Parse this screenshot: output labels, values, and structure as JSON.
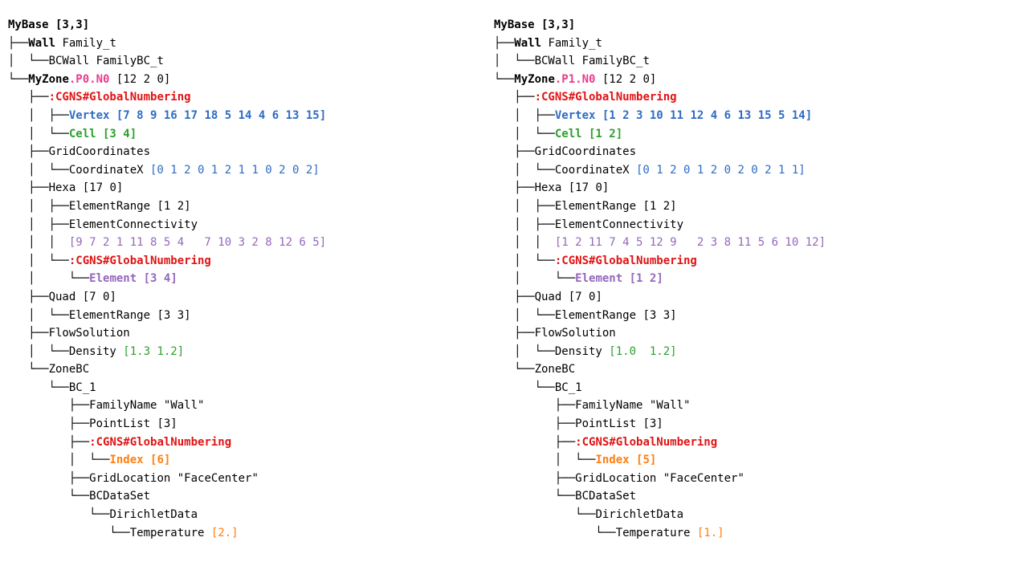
{
  "colors": {
    "default": "#000000",
    "pink": "#e83e8c",
    "red": "#e01414",
    "blue": "#2d6bc4",
    "green": "#2ca02c",
    "purple": "#9467bd",
    "orange": "#ff7f0e"
  },
  "trees": [
    {
      "id": "tree-rank-0",
      "lines": [
        {
          "segments": [
            {
              "t": "MyBase",
              "b": true,
              "n": "node-name"
            },
            {
              "t": " [3,3]",
              "b": true,
              "n": "node-value"
            }
          ]
        },
        {
          "segments": [
            {
              "t": "├──",
              "n": "tree-branch"
            },
            {
              "t": "Wall",
              "b": true,
              "n": "node-name"
            },
            {
              "t": " Family_t",
              "n": "node-value"
            }
          ]
        },
        {
          "segments": [
            {
              "t": "│  └──",
              "n": "tree-branch"
            },
            {
              "t": "BCWall",
              "n": "node-name"
            },
            {
              "t": " FamilyBC_t",
              "n": "node-value"
            }
          ]
        },
        {
          "segments": [
            {
              "t": "└──",
              "n": "tree-branch"
            },
            {
              "t": "MyZone",
              "b": true,
              "n": "node-name"
            },
            {
              "t": ".P0.N0",
              "c": "pink",
              "b": true,
              "n": "zone-suffix"
            },
            {
              "t": " [12 2 0]",
              "n": "node-value"
            }
          ]
        },
        {
          "segments": [
            {
              "t": "   ├──",
              "n": "tree-branch"
            },
            {
              "t": ":CGNS#GlobalNumbering",
              "c": "red",
              "b": true,
              "n": "node-name"
            }
          ]
        },
        {
          "segments": [
            {
              "t": "   │  ├──",
              "n": "tree-branch"
            },
            {
              "t": "Vertex",
              "c": "blue",
              "b": true,
              "n": "node-name"
            },
            {
              "t": " [7 8 9 16 17 18 5 14 4 6 13 15]",
              "c": "blue",
              "b": true,
              "n": "node-value"
            }
          ]
        },
        {
          "segments": [
            {
              "t": "   │  └──",
              "n": "tree-branch"
            },
            {
              "t": "Cell",
              "c": "green",
              "b": true,
              "n": "node-name"
            },
            {
              "t": " [3 4]",
              "c": "green",
              "b": true,
              "n": "node-value"
            }
          ]
        },
        {
          "segments": [
            {
              "t": "   ├──",
              "n": "tree-branch"
            },
            {
              "t": "GridCoordinates",
              "n": "node-name"
            }
          ]
        },
        {
          "segments": [
            {
              "t": "   │  └──",
              "n": "tree-branch"
            },
            {
              "t": "CoordinateX",
              "n": "node-name"
            },
            {
              "t": " [0 1 2 0 1 2 1 1 0 2 0 2]",
              "c": "blue",
              "n": "node-value"
            }
          ]
        },
        {
          "segments": [
            {
              "t": "   ├──",
              "n": "tree-branch"
            },
            {
              "t": "Hexa",
              "n": "node-name"
            },
            {
              "t": " [17 0]",
              "n": "node-value"
            }
          ]
        },
        {
          "segments": [
            {
              "t": "   │  ├──",
              "n": "tree-branch"
            },
            {
              "t": "ElementRange",
              "n": "node-name"
            },
            {
              "t": " [1 2]",
              "n": "node-value"
            }
          ]
        },
        {
          "segments": [
            {
              "t": "   │  ├──",
              "n": "tree-branch"
            },
            {
              "t": "ElementConnectivity",
              "n": "node-name"
            }
          ]
        },
        {
          "segments": [
            {
              "t": "   │  │  ",
              "n": "tree-branch"
            },
            {
              "t": "[9 7 2 1 11 8 5 4   7 10 3 2 8 12 6 5]",
              "c": "purple",
              "n": "node-value"
            }
          ]
        },
        {
          "segments": [
            {
              "t": "   │  └──",
              "n": "tree-branch"
            },
            {
              "t": ":CGNS#GlobalNumbering",
              "c": "red",
              "b": true,
              "n": "node-name"
            }
          ]
        },
        {
          "segments": [
            {
              "t": "   │     └──",
              "n": "tree-branch"
            },
            {
              "t": "Element",
              "c": "purple",
              "b": true,
              "n": "node-name"
            },
            {
              "t": " [3 4]",
              "c": "purple",
              "b": true,
              "n": "node-value"
            }
          ]
        },
        {
          "segments": [
            {
              "t": "   ├──",
              "n": "tree-branch"
            },
            {
              "t": "Quad",
              "n": "node-name"
            },
            {
              "t": " [7 0]",
              "n": "node-value"
            }
          ]
        },
        {
          "segments": [
            {
              "t": "   │  └──",
              "n": "tree-branch"
            },
            {
              "t": "ElementRange",
              "n": "node-name"
            },
            {
              "t": " [3 3]",
              "n": "node-value"
            }
          ]
        },
        {
          "segments": [
            {
              "t": "   ├──",
              "n": "tree-branch"
            },
            {
              "t": "FlowSolution",
              "n": "node-name"
            }
          ]
        },
        {
          "segments": [
            {
              "t": "   │  └──",
              "n": "tree-branch"
            },
            {
              "t": "Density",
              "n": "node-name"
            },
            {
              "t": " [1.3 1.2]",
              "c": "green",
              "n": "node-value"
            }
          ]
        },
        {
          "segments": [
            {
              "t": "   └──",
              "n": "tree-branch"
            },
            {
              "t": "ZoneBC",
              "n": "node-name"
            }
          ]
        },
        {
          "segments": [
            {
              "t": "      └──",
              "n": "tree-branch"
            },
            {
              "t": "BC_1",
              "n": "node-name"
            }
          ]
        },
        {
          "segments": [
            {
              "t": "         ├──",
              "n": "tree-branch"
            },
            {
              "t": "FamilyName",
              "n": "node-name"
            },
            {
              "t": " \"Wall\"",
              "n": "node-value"
            }
          ]
        },
        {
          "segments": [
            {
              "t": "         ├──",
              "n": "tree-branch"
            },
            {
              "t": "PointList",
              "n": "node-name"
            },
            {
              "t": " [3]",
              "n": "node-value"
            }
          ]
        },
        {
          "segments": [
            {
              "t": "         ├──",
              "n": "tree-branch"
            },
            {
              "t": ":CGNS#GlobalNumbering",
              "c": "red",
              "b": true,
              "n": "node-name"
            }
          ]
        },
        {
          "segments": [
            {
              "t": "         │  └──",
              "n": "tree-branch"
            },
            {
              "t": "Index",
              "c": "orange",
              "b": true,
              "n": "node-name"
            },
            {
              "t": " [6]",
              "c": "orange",
              "b": true,
              "n": "node-value"
            }
          ]
        },
        {
          "segments": [
            {
              "t": "         ├──",
              "n": "tree-branch"
            },
            {
              "t": "GridLocation",
              "n": "node-name"
            },
            {
              "t": " \"FaceCenter\"",
              "n": "node-value"
            }
          ]
        },
        {
          "segments": [
            {
              "t": "         └──",
              "n": "tree-branch"
            },
            {
              "t": "BCDataSet",
              "n": "node-name"
            }
          ]
        },
        {
          "segments": [
            {
              "t": "            └──",
              "n": "tree-branch"
            },
            {
              "t": "DirichletData",
              "n": "node-name"
            }
          ]
        },
        {
          "segments": [
            {
              "t": "               └──",
              "n": "tree-branch"
            },
            {
              "t": "Temperature",
              "n": "node-name"
            },
            {
              "t": " [2.]",
              "c": "orange",
              "n": "node-value"
            }
          ]
        }
      ]
    },
    {
      "id": "tree-rank-1",
      "lines": [
        {
          "segments": [
            {
              "t": "MyBase",
              "b": true,
              "n": "node-name"
            },
            {
              "t": " [3,3]",
              "b": true,
              "n": "node-value"
            }
          ]
        },
        {
          "segments": [
            {
              "t": "├──",
              "n": "tree-branch"
            },
            {
              "t": "Wall",
              "b": true,
              "n": "node-name"
            },
            {
              "t": " Family_t",
              "n": "node-value"
            }
          ]
        },
        {
          "segments": [
            {
              "t": "│  └──",
              "n": "tree-branch"
            },
            {
              "t": "BCWall",
              "n": "node-name"
            },
            {
              "t": " FamilyBC_t",
              "n": "node-value"
            }
          ]
        },
        {
          "segments": [
            {
              "t": "└──",
              "n": "tree-branch"
            },
            {
              "t": "MyZone",
              "b": true,
              "n": "node-name"
            },
            {
              "t": ".P1.N0",
              "c": "pink",
              "b": true,
              "n": "zone-suffix"
            },
            {
              "t": " [12 2 0]",
              "n": "node-value"
            }
          ]
        },
        {
          "segments": [
            {
              "t": "   ├──",
              "n": "tree-branch"
            },
            {
              "t": ":CGNS#GlobalNumbering",
              "c": "red",
              "b": true,
              "n": "node-name"
            }
          ]
        },
        {
          "segments": [
            {
              "t": "   │  ├──",
              "n": "tree-branch"
            },
            {
              "t": "Vertex",
              "c": "blue",
              "b": true,
              "n": "node-name"
            },
            {
              "t": " [1 2 3 10 11 12 4 6 13 15 5 14]",
              "c": "blue",
              "b": true,
              "n": "node-value"
            }
          ]
        },
        {
          "segments": [
            {
              "t": "   │  └──",
              "n": "tree-branch"
            },
            {
              "t": "Cell",
              "c": "green",
              "b": true,
              "n": "node-name"
            },
            {
              "t": " [1 2]",
              "c": "green",
              "b": true,
              "n": "node-value"
            }
          ]
        },
        {
          "segments": [
            {
              "t": "   ├──",
              "n": "tree-branch"
            },
            {
              "t": "GridCoordinates",
              "n": "node-name"
            }
          ]
        },
        {
          "segments": [
            {
              "t": "   │  └──",
              "n": "tree-branch"
            },
            {
              "t": "CoordinateX",
              "n": "node-name"
            },
            {
              "t": " [0 1 2 0 1 2 0 2 0 2 1 1]",
              "c": "blue",
              "n": "node-value"
            }
          ]
        },
        {
          "segments": [
            {
              "t": "   ├──",
              "n": "tree-branch"
            },
            {
              "t": "Hexa",
              "n": "node-name"
            },
            {
              "t": " [17 0]",
              "n": "node-value"
            }
          ]
        },
        {
          "segments": [
            {
              "t": "   │  ├──",
              "n": "tree-branch"
            },
            {
              "t": "ElementRange",
              "n": "node-name"
            },
            {
              "t": " [1 2]",
              "n": "node-value"
            }
          ]
        },
        {
          "segments": [
            {
              "t": "   │  ├──",
              "n": "tree-branch"
            },
            {
              "t": "ElementConnectivity",
              "n": "node-name"
            }
          ]
        },
        {
          "segments": [
            {
              "t": "   │  │  ",
              "n": "tree-branch"
            },
            {
              "t": "[1 2 11 7 4 5 12 9   2 3 8 11 5 6 10 12]",
              "c": "purple",
              "n": "node-value"
            }
          ]
        },
        {
          "segments": [
            {
              "t": "   │  └──",
              "n": "tree-branch"
            },
            {
              "t": ":CGNS#GlobalNumbering",
              "c": "red",
              "b": true,
              "n": "node-name"
            }
          ]
        },
        {
          "segments": [
            {
              "t": "   │     └──",
              "n": "tree-branch"
            },
            {
              "t": "Element",
              "c": "purple",
              "b": true,
              "n": "node-name"
            },
            {
              "t": " [1 2]",
              "c": "purple",
              "b": true,
              "n": "node-value"
            }
          ]
        },
        {
          "segments": [
            {
              "t": "   ├──",
              "n": "tree-branch"
            },
            {
              "t": "Quad",
              "n": "node-name"
            },
            {
              "t": " [7 0]",
              "n": "node-value"
            }
          ]
        },
        {
          "segments": [
            {
              "t": "   │  └──",
              "n": "tree-branch"
            },
            {
              "t": "ElementRange",
              "n": "node-name"
            },
            {
              "t": " [3 3]",
              "n": "node-value"
            }
          ]
        },
        {
          "segments": [
            {
              "t": "   ├──",
              "n": "tree-branch"
            },
            {
              "t": "FlowSolution",
              "n": "node-name"
            }
          ]
        },
        {
          "segments": [
            {
              "t": "   │  └──",
              "n": "tree-branch"
            },
            {
              "t": "Density",
              "n": "node-name"
            },
            {
              "t": " [1.0  1.2]",
              "c": "green",
              "n": "node-value"
            }
          ]
        },
        {
          "segments": [
            {
              "t": "   └──",
              "n": "tree-branch"
            },
            {
              "t": "ZoneBC",
              "n": "node-name"
            }
          ]
        },
        {
          "segments": [
            {
              "t": "      └──",
              "n": "tree-branch"
            },
            {
              "t": "BC_1",
              "n": "node-name"
            }
          ]
        },
        {
          "segments": [
            {
              "t": "         ├──",
              "n": "tree-branch"
            },
            {
              "t": "FamilyName",
              "n": "node-name"
            },
            {
              "t": " \"Wall\"",
              "n": "node-value"
            }
          ]
        },
        {
          "segments": [
            {
              "t": "         ├──",
              "n": "tree-branch"
            },
            {
              "t": "PointList",
              "n": "node-name"
            },
            {
              "t": " [3]",
              "n": "node-value"
            }
          ]
        },
        {
          "segments": [
            {
              "t": "         ├──",
              "n": "tree-branch"
            },
            {
              "t": ":CGNS#GlobalNumbering",
              "c": "red",
              "b": true,
              "n": "node-name"
            }
          ]
        },
        {
          "segments": [
            {
              "t": "         │  └──",
              "n": "tree-branch"
            },
            {
              "t": "Index",
              "c": "orange",
              "b": true,
              "n": "node-name"
            },
            {
              "t": " [5]",
              "c": "orange",
              "b": true,
              "n": "node-value"
            }
          ]
        },
        {
          "segments": [
            {
              "t": "         ├──",
              "n": "tree-branch"
            },
            {
              "t": "GridLocation",
              "n": "node-name"
            },
            {
              "t": " \"FaceCenter\"",
              "n": "node-value"
            }
          ]
        },
        {
          "segments": [
            {
              "t": "         └──",
              "n": "tree-branch"
            },
            {
              "t": "BCDataSet",
              "n": "node-name"
            }
          ]
        },
        {
          "segments": [
            {
              "t": "            └──",
              "n": "tree-branch"
            },
            {
              "t": "DirichletData",
              "n": "node-name"
            }
          ]
        },
        {
          "segments": [
            {
              "t": "               └──",
              "n": "tree-branch"
            },
            {
              "t": "Temperature",
              "n": "node-name"
            },
            {
              "t": " [1.]",
              "c": "orange",
              "n": "node-value"
            }
          ]
        }
      ]
    }
  ]
}
